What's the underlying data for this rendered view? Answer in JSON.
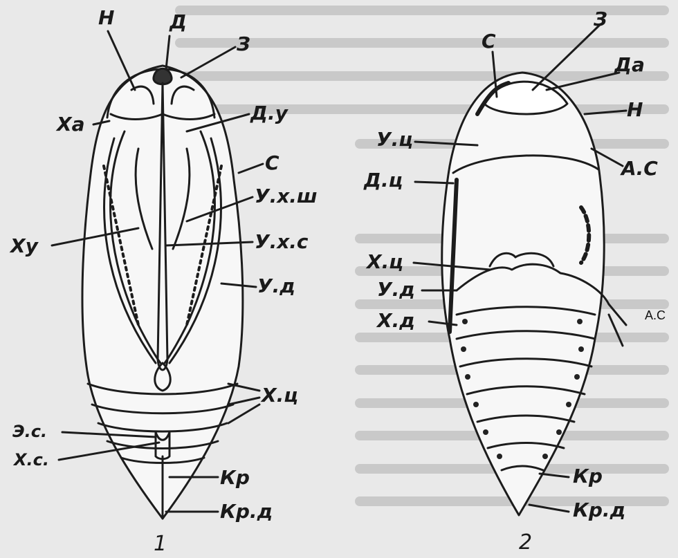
{
  "figure_numbers": {
    "left": "1",
    "right": "2"
  },
  "left_labels": {
    "H": "Н",
    "D": "Д",
    "Z": "З",
    "Xa": "Ха",
    "Dy": "Д.у",
    "C": "С",
    "Uxsh": "У.х.ш",
    "Xy": "Ху",
    "Uxs": "У.х.с",
    "Ud": "У.д",
    "Xts": "Х.ц",
    "Es": "Э.с.",
    "Xs": "Х.с.",
    "Kr": "Кр",
    "Krd": "Кр.д"
  },
  "right_labels": {
    "Z": "З",
    "C": "С",
    "Da": "Да",
    "H": "Н",
    "Uts": "У.ц",
    "AC": "А.С",
    "Dts": "Д.ц",
    "Xts": "Х.ц",
    "Ud": "У.д",
    "Xd": "Х.д",
    "Kr": "Кр",
    "Krd": "Кр.д"
  },
  "side_note": "А.С"
}
